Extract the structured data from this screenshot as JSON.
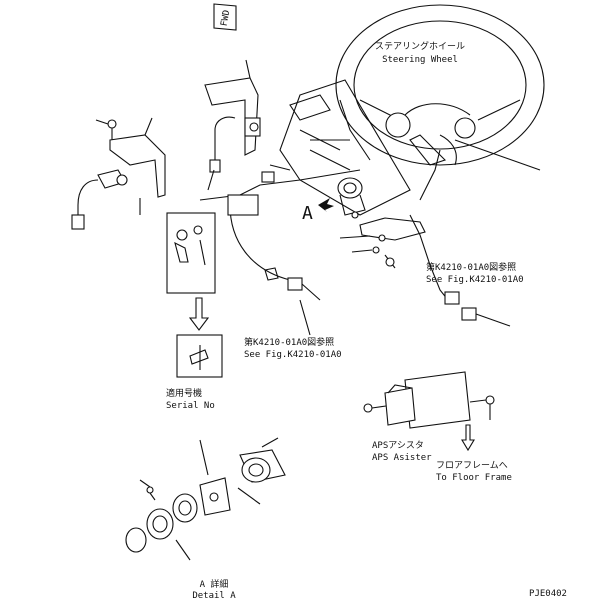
{
  "labels": {
    "fwd": "FWD",
    "steering_jp": "ステアリングホイール",
    "steering_en": "Steering Wheel",
    "see_fig_right_jp": "第K4210-01A0図参照",
    "see_fig_right_en": "See Fig.K4210-01A0",
    "see_fig_center_jp": "第K4210-01A0図参照",
    "see_fig_center_en": "See Fig.K4210-01A0",
    "detail_no_jp": "適用号機",
    "detail_no_en": "Serial No",
    "aps_jp": "APSアシスタ",
    "aps_en": "APS Asister",
    "floor_jp": "フロアフレームへ",
    "floor_en": "To Floor Frame",
    "detail_a_jp": "A 詳細",
    "detail_a_en": "Detail A",
    "view_a": "A",
    "drawing_no": "PJE0402"
  },
  "colors": {
    "ink": "#111111",
    "paper": "#ffffff"
  }
}
